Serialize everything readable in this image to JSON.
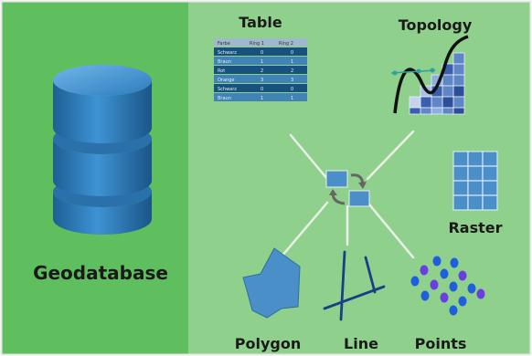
{
  "labels": {
    "geodatabase": "Geodatabase",
    "table": "Table",
    "topology": "Topology",
    "raster": "Raster",
    "polygon": "Polygon",
    "line": "Line",
    "points": "Points"
  },
  "table": {
    "headers": [
      "Farbe",
      "Ring 1",
      "Ring 2"
    ],
    "rows": [
      [
        "Schwarz",
        "0",
        "0"
      ],
      [
        "Braun",
        "1",
        "1"
      ],
      [
        "Rot",
        "2",
        "2"
      ],
      [
        "Orange",
        "3",
        "3"
      ],
      [
        "Schwarz",
        "0",
        "0"
      ],
      [
        "Braun",
        "1",
        "1"
      ]
    ]
  },
  "colors": {
    "left_panel": "#5fbf5f",
    "right_panel": "#8fd08c",
    "cylinder": "#2f7fbf",
    "shape_fill": "#4a8fc8",
    "connector": "#e8f2e8",
    "table_header": "#9fb8cc",
    "table_row_dark": "#17527e",
    "table_row_light": "#3f84b4",
    "point_blue": "#1f5fdd",
    "point_violet": "#6a3fe0"
  }
}
